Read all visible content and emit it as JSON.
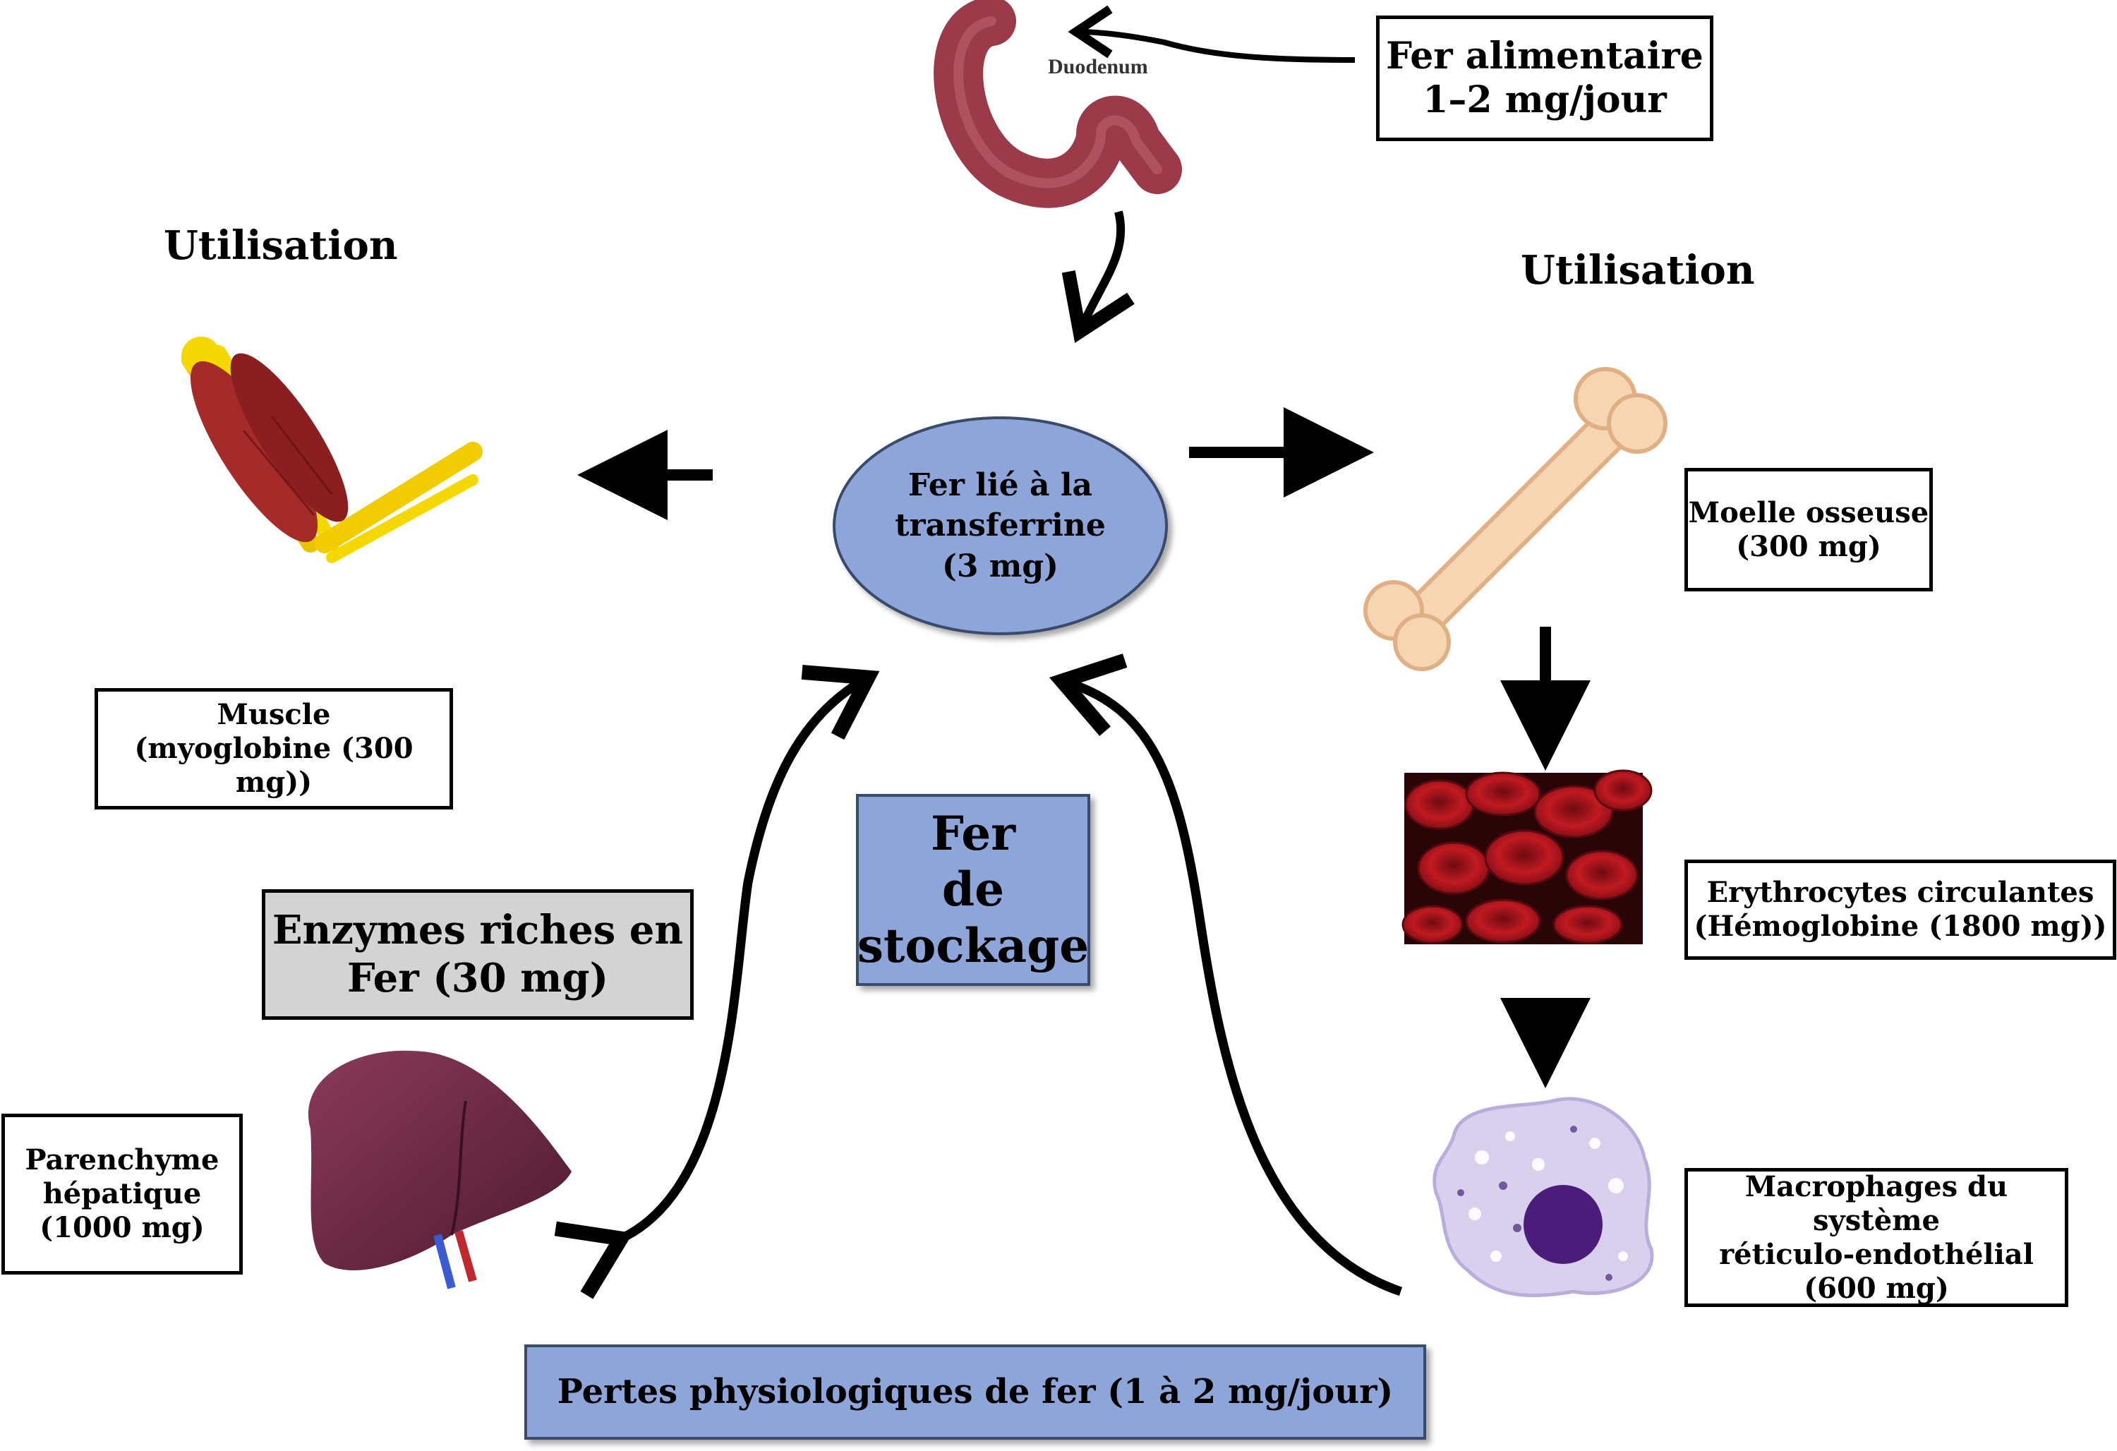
{
  "nodes": {
    "dietary_iron": "Fer alimentaire\n1–2 mg/jour",
    "duodenum": "Duodenum",
    "transferrin": "Fer lié à la\ntransferrine\n(3 mg)",
    "bone_marrow": "Moelle osseuse\n(300 mg)",
    "muscle": "Muscle\n(myoglobine (300 mg))",
    "enzymes": "Enzymes riches en\nFer (30 mg)",
    "storage_iron": "Fer\nde\nstockage",
    "erythrocytes": "Erythrocytes circulantes\n(Hémoglobine (1800 mg))",
    "liver": "Parenchyme\nhépatique\n(1000 mg)",
    "macrophages": "Macrophages du système\nréticulo-endothélial\n(600 mg)",
    "losses": "Pertes physiologiques de fer (1 à 2 mg/jour)"
  },
  "headings": {
    "left_use": "Utilisation",
    "right_use": "Utilisation"
  },
  "icons": [
    "duodenum-icon",
    "muscle-arm-icon",
    "bone-icon",
    "red-blood-cells-icon",
    "liver-icon",
    "macrophage-icon"
  ],
  "colors": {
    "accent_blue": "#8ea5d9",
    "grey_box": "#d3d3d3",
    "duodenum": "#9b3b4a",
    "muscle": "#a52a2a",
    "bone": "#f3d0a8",
    "rbc": "#b3141c",
    "liver": "#6e2a44",
    "macrophage": "#d9d0ee",
    "nucleus": "#4a1d7a"
  }
}
